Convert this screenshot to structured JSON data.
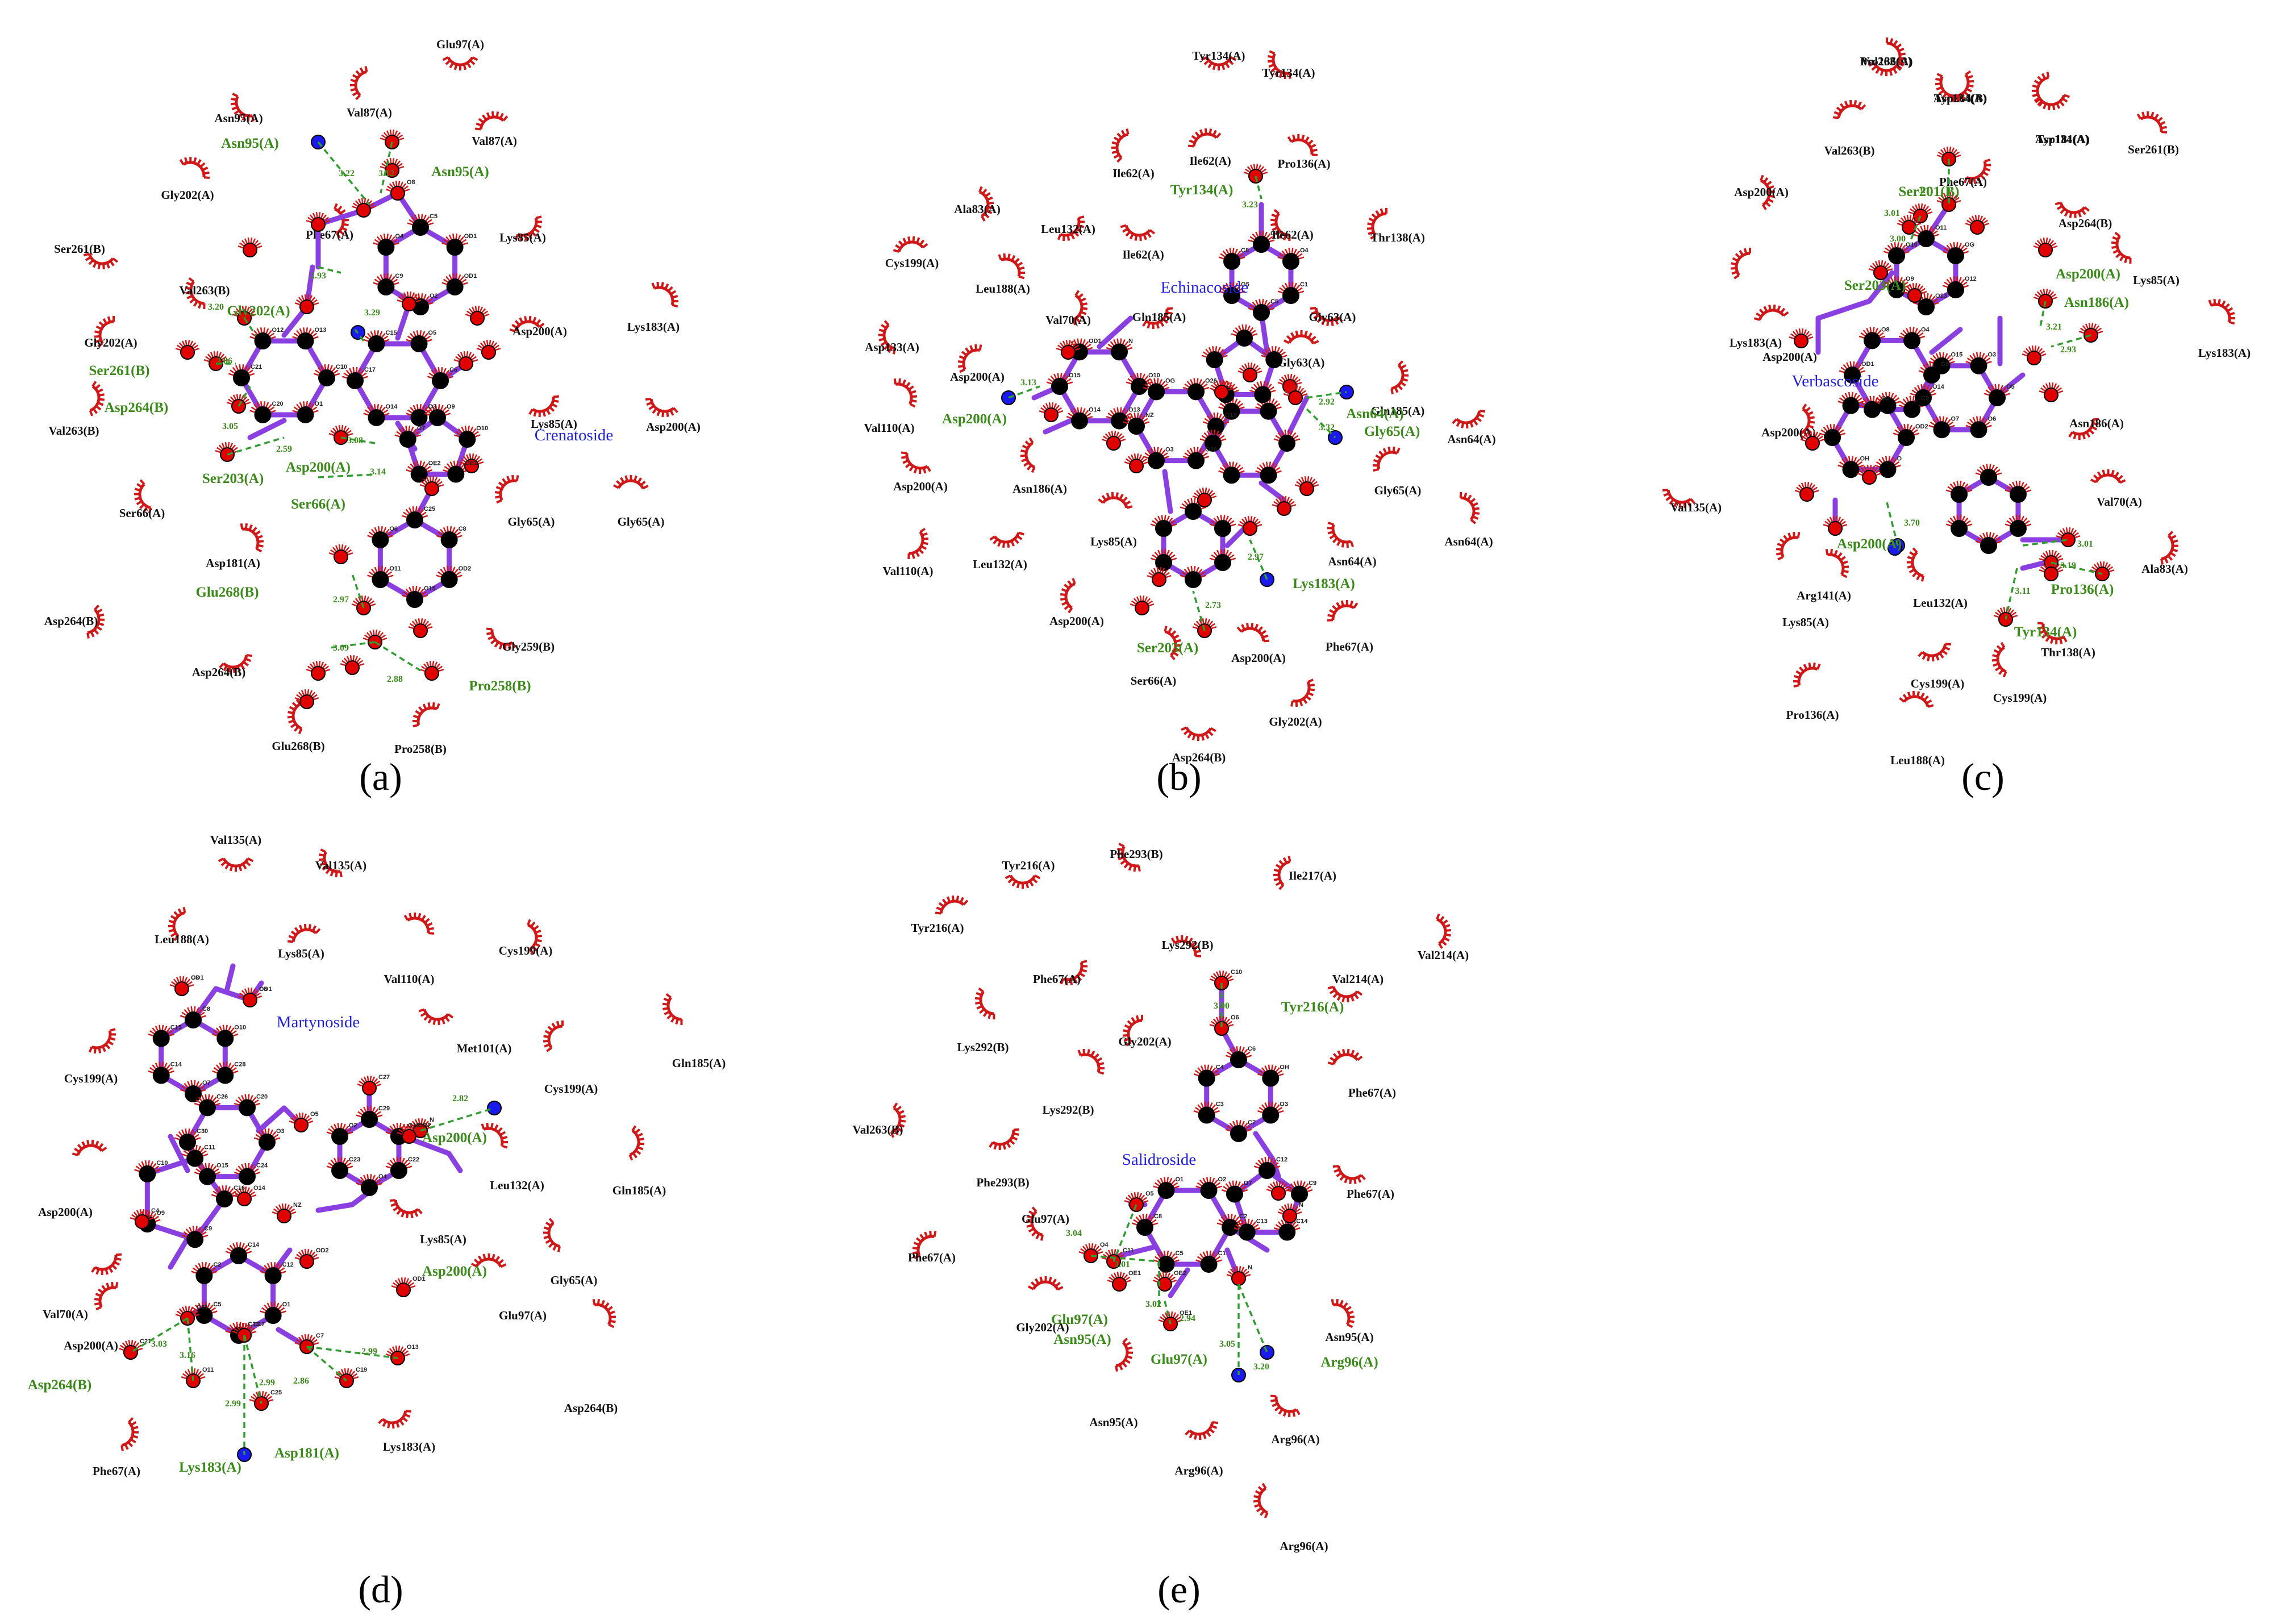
{
  "colors": {
    "bond": "#8a3fe0",
    "carbon": "#000000",
    "oxygen": "#e00000",
    "nitrogen": "#1a1aee",
    "hbond": "#2f9e2f",
    "arc": "#d01818",
    "hb_label": "#3a8a1a",
    "ligand_label": "#2222dd"
  },
  "panels": [
    {
      "id": "a",
      "label": "(a)",
      "ligand_name": "Crenatoside",
      "hydrophobic": [
        "Glu97(A)",
        "Asn95(A)",
        "Val87(A)",
        "Val87(A)",
        "Gly202(A)",
        "Phe67(A)",
        "Lys85(A)",
        "Ser261(B)",
        "Val263(B)",
        "Gly202(A)",
        "Asp200(A)",
        "Lys183(A)",
        "Val263(B)",
        "Lys85(A)",
        "Asp200(A)",
        "Ser66(A)",
        "Gly65(A)",
        "Gly65(A)",
        "Asp181(A)",
        "Asp264(B)",
        "Asp264(B)",
        "Gly259(B)",
        "Glu268(B)",
        "Pro258(B)"
      ],
      "hbond_residues": [
        "Asn95(A)",
        "Asn95(A)",
        "Gly202(A)",
        "Ser261(B)",
        "Asp264(B)",
        "Ser203(A)",
        "Asp200(A)",
        "Ser66(A)",
        "Glu268(B)",
        "Pro258(B)"
      ],
      "distances": [
        "3.22",
        "3.12",
        "2.93",
        "3.20",
        "2.86",
        "3.05",
        "2.59",
        "3.08",
        "3.14",
        "2.97",
        "3.09",
        "2.88",
        "3.29"
      ],
      "atom_labels": [
        "OD1",
        "OD1",
        "O2",
        "C9",
        "O4",
        "C5",
        "C6",
        "O3",
        "O14",
        "C17",
        "C15",
        "O5",
        "C10",
        "O1",
        "C20",
        "C21",
        "O12",
        "O13",
        "OD2",
        "O15",
        "O11",
        "O6",
        "C25",
        "C8",
        "O9",
        "O10",
        "OE1",
        "OE2",
        "O7",
        "O8"
      ]
    },
    {
      "id": "b",
      "label": "(b)",
      "ligand_name": "Echinacoside",
      "hydrophobic": [
        "Tyr134(A)",
        "Tyr134(A)",
        "Ile62(A)",
        "Ile62(A)",
        "Pro136(A)",
        "Ala83(A)",
        "Leu132(A)",
        "Ile62(A)",
        "Ile62(A)",
        "Thr138(A)",
        "Cys199(A)",
        "Leu188(A)",
        "Val70(A)",
        "Gln185(A)",
        "Gly63(A)",
        "Asp133(A)",
        "Asp200(A)",
        "Gly63(A)",
        "Val110(A)",
        "Gln185(A)",
        "Asn64(A)",
        "Asp200(A)",
        "Asn186(A)",
        "Gly65(A)",
        "Lys85(A)",
        "Asn64(A)",
        "Val110(A)",
        "Leu132(A)",
        "Asn64(A)",
        "Asp200(A)",
        "Phe67(A)",
        "Asp200(A)",
        "Ser66(A)",
        "Gly202(A)",
        "Asp264(B)"
      ],
      "hbond_residues": [
        "Tyr134(A)",
        "Asp200(A)",
        "Asn64(A)",
        "Gly65(A)",
        "Lys183(A)",
        "Ser203(A)"
      ],
      "distances": [
        "3.23",
        "3.13",
        "2.92",
        "3.32",
        "2.97",
        "2.73"
      ],
      "atom_labels": [
        "O4",
        "C1",
        "C5",
        "O5",
        "C8",
        "OD2",
        "O10",
        "O13",
        "O14",
        "O15",
        "OD1",
        "N",
        "O19",
        "O20",
        "O3",
        "NZ",
        "OG",
        "O26"
      ]
    },
    {
      "id": "c",
      "label": "(c)",
      "ligand_name": "Verbascoside",
      "hydrophobic": [
        "Val263(B)",
        "Asp264(B)",
        "Asp181(A)",
        "Val263(B)",
        "Ser261(B)",
        "Asp200(A)",
        "Phe67(A)",
        "Asp264(B)",
        "Lys85(A)",
        "Lys183(A)",
        "Asp200(A)",
        "Lys183(A)",
        "Asp200(A)",
        "Asn186(A)",
        "Val135(A)",
        "Leu132(A)",
        "Lys85(A)",
        "Val70(A)",
        "Arg141(A)",
        "Ala83(A)",
        "Cys199(A)",
        "Thr138(A)",
        "Cys199(A)",
        "Pro136(A)",
        "Leu188(A)",
        "Pro136(A)",
        "Tyr134(A)",
        "Tyr134(A)"
      ],
      "hbond_residues": [
        "Ser201(B)",
        "Ser203(A)",
        "Asp200(A)",
        "Asn186(A)",
        "Asp200(A)",
        "Pro136(A)",
        "Tyr134(A)"
      ],
      "distances": [
        "3.11",
        "3.00",
        "3.21",
        "2.93",
        "3.70",
        "3.19",
        "3.01",
        "3.11",
        "3.01"
      ],
      "atom_labels": [
        "OG",
        "O12",
        "O13",
        "O9",
        "O10",
        "O11",
        "C8",
        "C9",
        "O2",
        "OD1",
        "O8",
        "O4",
        "O5",
        "O6",
        "O7",
        "O14",
        "O15",
        "O3",
        "OD2",
        "O",
        "OH"
      ]
    },
    {
      "id": "d",
      "label": "(d)",
      "ligand_name": "Martynoside",
      "hydrophobic": [
        "Val135(A)",
        "Val135(A)",
        "Leu188(A)",
        "Lys85(A)",
        "Val110(A)",
        "Cys199(A)",
        "Cys199(A)",
        "Met101(A)",
        "Gln185(A)",
        "Cys199(A)",
        "Asp200(A)",
        "Leu132(A)",
        "Gln185(A)",
        "Val70(A)",
        "Lys85(A)",
        "Gly65(A)",
        "Asp200(A)",
        "Glu97(A)",
        "Asp264(B)",
        "Phe67(A)",
        "Lys183(A)"
      ],
      "hbond_residues": [
        "Asp200(A)",
        "Asp200(A)",
        "Asp264(B)",
        "Lys183(A)",
        "Asp181(A)"
      ],
      "distances": [
        "2.82",
        "3.03",
        "3.16",
        "2.99",
        "2.99",
        "2.86",
        "2.99"
      ],
      "atom_labels": [
        "O10",
        "C28",
        "O7",
        "C14",
        "C15",
        "C8",
        "C16",
        "C9",
        "O9",
        "C10",
        "C11",
        "O3",
        "C24",
        "O15",
        "C30",
        "C26",
        "C20",
        "O12",
        "C22",
        "O4",
        "C23",
        "O2",
        "C29",
        "C12",
        "O1",
        "C13",
        "C5",
        "C2",
        "C14",
        "C3",
        "O6",
        "C27",
        "N",
        "C4",
        "O5",
        "C31",
        "C17",
        "C7",
        "O11",
        "C25",
        "C21",
        "C19",
        "O13",
        "OD1",
        "OD2",
        "O14",
        "NZ",
        "OD2",
        "OD1",
        "OD1"
      ]
    },
    {
      "id": "e",
      "label": "(e)",
      "ligand_name": "Salidroside",
      "hydrophobic": [
        "Tyr216(A)",
        "Phe293(B)",
        "Ile217(A)",
        "Tyr216(A)",
        "Lys292(B)",
        "Val214(A)",
        "Phe67(A)",
        "Val214(A)",
        "Lys292(B)",
        "Gly202(A)",
        "Phe67(A)",
        "Lys292(B)",
        "Val263(B)",
        "Phe293(B)",
        "Phe67(A)",
        "Glu97(A)",
        "Phe67(A)",
        "Gly202(A)",
        "Asn95(A)",
        "Asn95(A)",
        "Arg96(A)",
        "Arg96(A)",
        "Arg96(A)"
      ],
      "hbond_residues": [
        "Tyr216(A)",
        "Glu97(A)",
        "Asn95(A)",
        "Glu97(A)",
        "Arg96(A)"
      ],
      "distances": [
        "3.00",
        "3.04",
        "3.01",
        "3.02",
        "2.94",
        "3.05",
        "3.20"
      ],
      "atom_labels": [
        "OH",
        "O3",
        "C7",
        "C3",
        "C4",
        "C6",
        "C2",
        "C1",
        "C5",
        "C8",
        "O1",
        "O2",
        "C12",
        "C9",
        "C14",
        "C13",
        "O7",
        "C10",
        "O6",
        "O5",
        "C11",
        "O4",
        "OE1",
        "OE2",
        "OE1",
        "N",
        "N"
      ]
    }
  ]
}
